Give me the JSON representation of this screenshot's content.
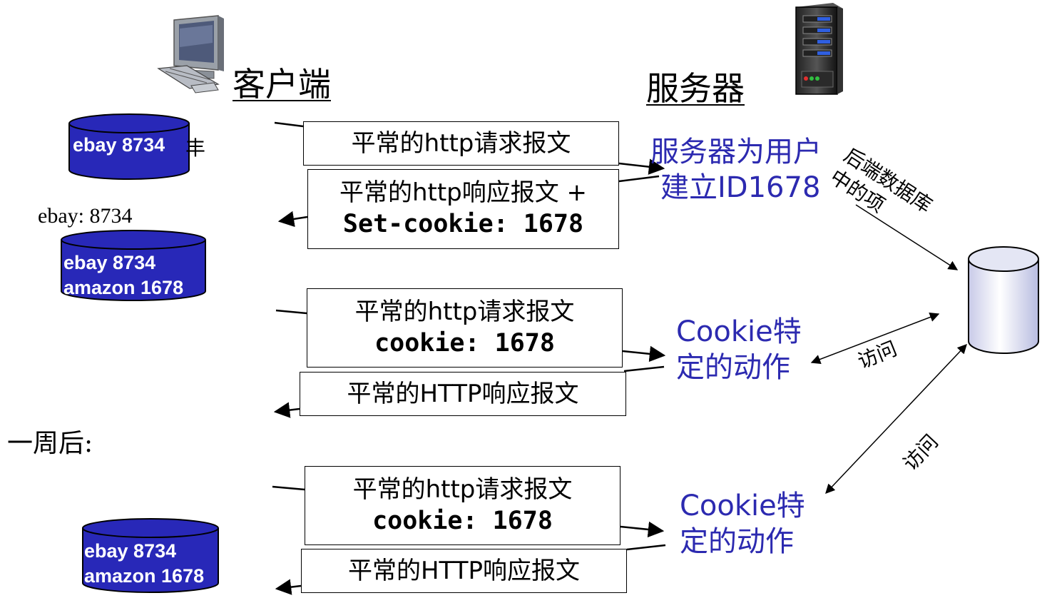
{
  "headings": {
    "client": "客户端",
    "server": "服务器"
  },
  "client_stores": [
    {
      "lines": [
        "ebay 8734"
      ]
    },
    {
      "lines": [
        "ebay 8734",
        "amazon 1678"
      ]
    },
    {
      "lines": [
        "ebay 8734",
        "amazon 1678"
      ]
    }
  ],
  "cookie_file_fragment": "丰",
  "ebay_label": "ebay: 8734",
  "one_week_later": "一周后:",
  "messages": {
    "req1": "平常的http请求报文",
    "resp1_line1": "平常的http响应报文 +",
    "resp1_line2": "Set-cookie: 1678",
    "req2_line1": "平常的http请求报文",
    "req2_line2": "cookie: 1678",
    "resp2": "平常的HTTP响应报文",
    "req3_line1": "平常的http请求报文",
    "req3_line2": "cookie: 1678",
    "resp3": "平常的HTTP响应报文"
  },
  "server_notes": {
    "create_id_line1": "服务器为用户",
    "create_id_line2": "建立ID1678",
    "action1_line1": "Cookie特",
    "action1_line2": "定的动作",
    "action2_line1": "Cookie特",
    "action2_line2": "定的动作"
  },
  "backend_db_label": [
    "后端数据库",
    "中的项"
  ],
  "access_labels": [
    "访问",
    "访问"
  ],
  "colors": {
    "store_fill": "#2828b8",
    "note_blue": "#2c2ab0",
    "db_fill": "#e4e6f4"
  },
  "icons": {
    "client": "desktop-computer-icon",
    "server": "server-tower-icon"
  }
}
